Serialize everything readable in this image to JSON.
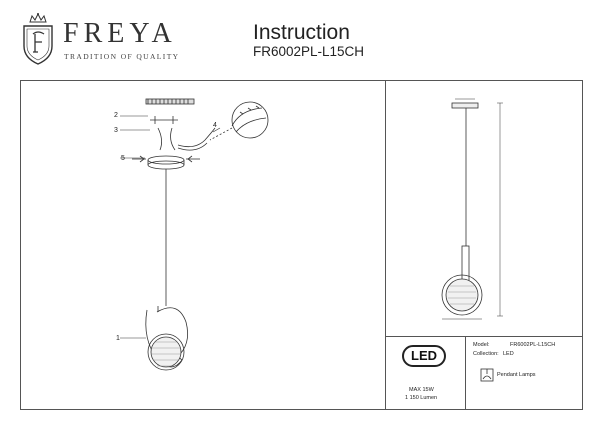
{
  "header": {
    "brand": "FREYA",
    "tagline": "TRADITION OF QUALITY",
    "title": "Instruction",
    "model_code": "FR6002PL-L15CH"
  },
  "assembly_callouts": [
    "1",
    "2",
    "3",
    "4",
    "5"
  ],
  "info": {
    "model_label": "Model:",
    "model_value": "FR6002PL-L15CH",
    "collection_label": "Collection:",
    "collection_value": "LED",
    "type_label": "Pendant Lamps",
    "led_badge": "LED",
    "max_power": "MAX 15W",
    "lumen": "1 150 Lumen"
  }
}
